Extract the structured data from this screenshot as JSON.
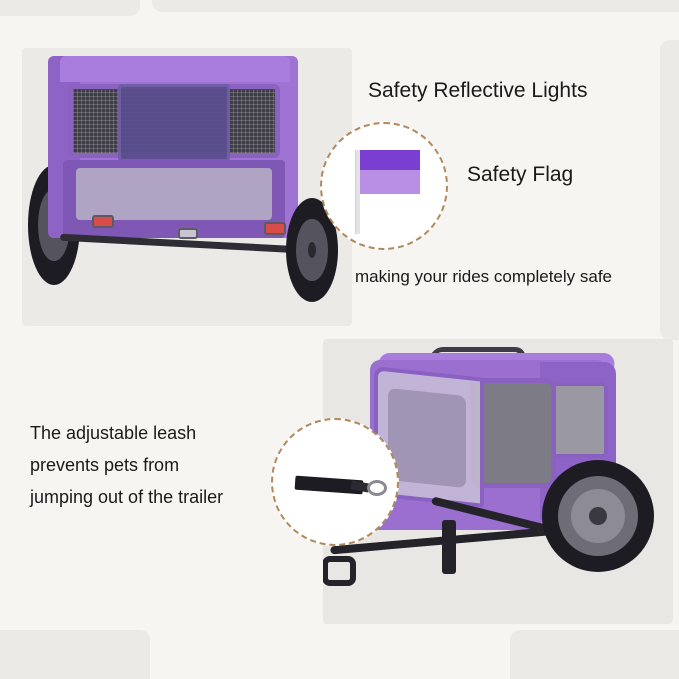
{
  "page": {
    "background_color": "#f7f5f2"
  },
  "annotations": {
    "reflective_lights_label": "Safety Reflective Lights",
    "safety_flag_label": "Safety Flag",
    "tagline": "making your rides completely safe",
    "leash_lines": [
      "The adjustable leash",
      "prevents pets from",
      "jumping out of the trailer"
    ]
  },
  "photos": {
    "top": {
      "name": "purple pet bike trailer rear view",
      "product_color": "#9e73d4"
    },
    "bottom": {
      "name": "purple pet bike trailer side view with hitch",
      "product_color": "#9a6fd0"
    }
  },
  "callouts": {
    "flag": {
      "name": "safety flag closeup",
      "flag_color": "#7a3fd0",
      "border_style": "dashed",
      "border_color": "#b08a5e"
    },
    "leash": {
      "name": "adjustable leash closeup",
      "strap_color": "#1d1c22",
      "border_style": "dashed",
      "border_color": "#b08a5e"
    }
  }
}
